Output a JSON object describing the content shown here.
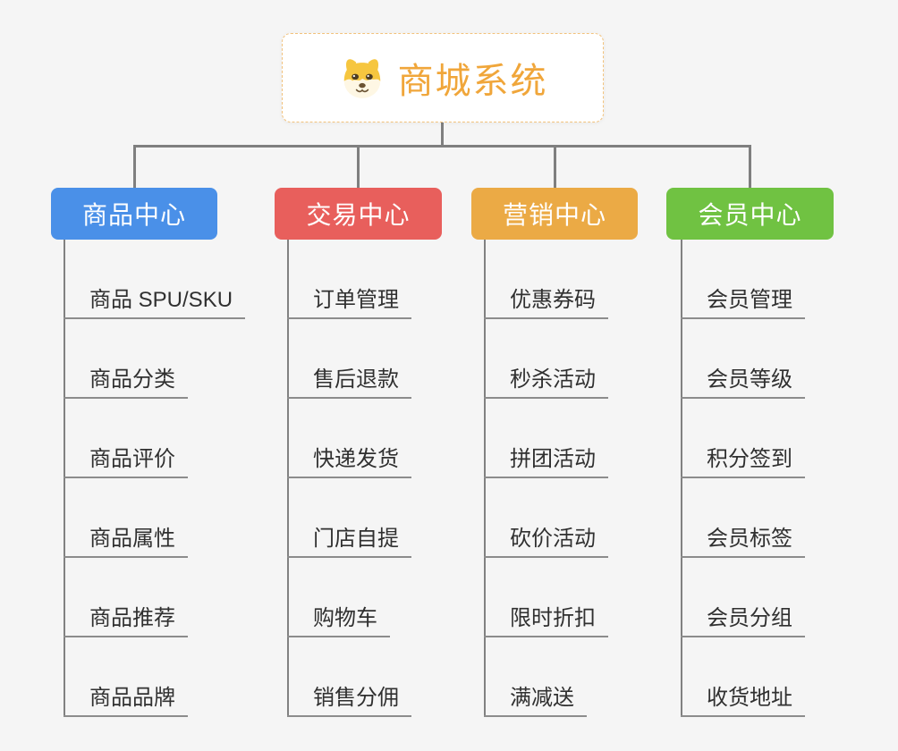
{
  "canvas": {
    "background": "#F5F5F5",
    "connector_color": "#7F7F7F",
    "leaf_underline_color": "#8C8C8C",
    "leaf_text_color": "#303030"
  },
  "root": {
    "title": "商城系统",
    "title_color": "#F0A63A",
    "border_color": "#F2C27C",
    "icon": "dog-face-icon"
  },
  "branches": [
    {
      "label": "商品中心",
      "color": "#4A90E8",
      "children": [
        "商品 SPU/SKU",
        "商品分类",
        "商品评价",
        "商品属性",
        "商品推荐",
        "商品品牌"
      ]
    },
    {
      "label": "交易中心",
      "color": "#E85F5C",
      "children": [
        "订单管理",
        "售后退款",
        "快递发货",
        "门店自提",
        "购物车",
        "销售分佣"
      ]
    },
    {
      "label": "营销中心",
      "color": "#EBAA45",
      "children": [
        "优惠券码",
        "秒杀活动",
        "拼团活动",
        "砍价活动",
        "限时折扣",
        "满减送"
      ]
    },
    {
      "label": "会员中心",
      "color": "#70C242",
      "children": [
        "会员管理",
        "会员等级",
        "积分签到",
        "会员标签",
        "会员分组",
        "收货地址"
      ]
    }
  ]
}
